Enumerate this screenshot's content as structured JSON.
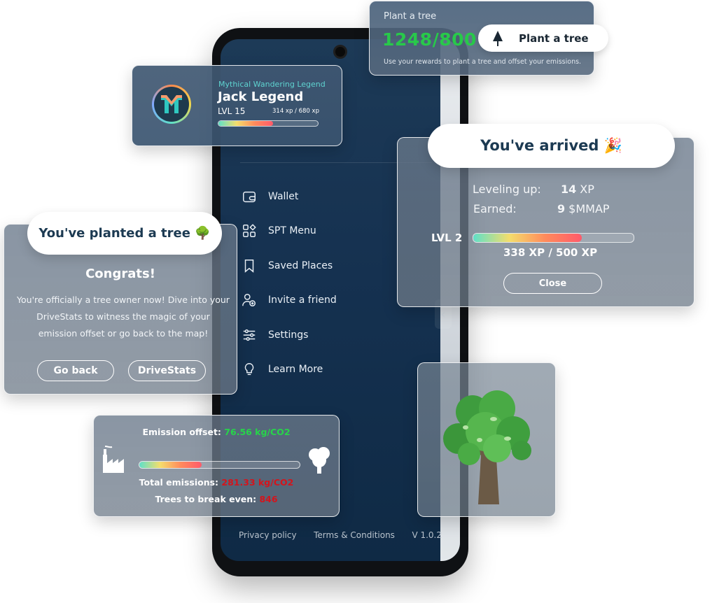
{
  "phone": {
    "menu": [
      {
        "label": "Wallet",
        "icon": "wallet-icon"
      },
      {
        "label": "SPT Menu",
        "icon": "grid-icon"
      },
      {
        "label": "Saved Places",
        "icon": "bookmark-icon"
      },
      {
        "label": "Invite a friend",
        "icon": "add-user-icon"
      },
      {
        "label": "Settings",
        "icon": "sliders-icon"
      },
      {
        "label": "Learn More",
        "icon": "lightbulb-icon"
      }
    ],
    "footer": {
      "privacy": "Privacy policy",
      "terms": "Terms & Conditions",
      "version": "V 1.0.2"
    }
  },
  "plant_card": {
    "label": "Plant a tree",
    "count": "1248/800",
    "subtitle": "Use your rewards to plant a tree and offset your emissions.",
    "button_label": "Plant a tree"
  },
  "profile": {
    "rank": "Mythical Wandering Legend",
    "name": "Jack Legend",
    "level": "LVL 15",
    "xp": "314 xp / 680 xp",
    "progress": 0.55
  },
  "arrived": {
    "title": "You've arrived 🎉",
    "leveling_label": "Leveling up:",
    "leveling_value": "14",
    "leveling_unit": "XP",
    "earned_label": "Earned:",
    "earned_value": "9",
    "earned_unit": "$MMAP",
    "level": "LVL 2",
    "xp": "338 XP / 500 XP",
    "progress": 0.676,
    "close_label": "Close"
  },
  "congrats": {
    "pill": "You've planted a tree 🌳",
    "title": "Congrats!",
    "body": "You're officially a tree owner now! Dive into your DriveStats to witness the magic of your emission offset or go back to the map!",
    "back_label": "Go back",
    "stats_label": "DriveStats"
  },
  "emission": {
    "offset_label": "Emission offset:",
    "offset_value": "76.56 kg/CO2",
    "total_label": "Total emissions:",
    "total_value": "281.33 kg/CO2",
    "trees_label": "Trees to break even:",
    "trees_value": "846",
    "progress": 0.39
  }
}
